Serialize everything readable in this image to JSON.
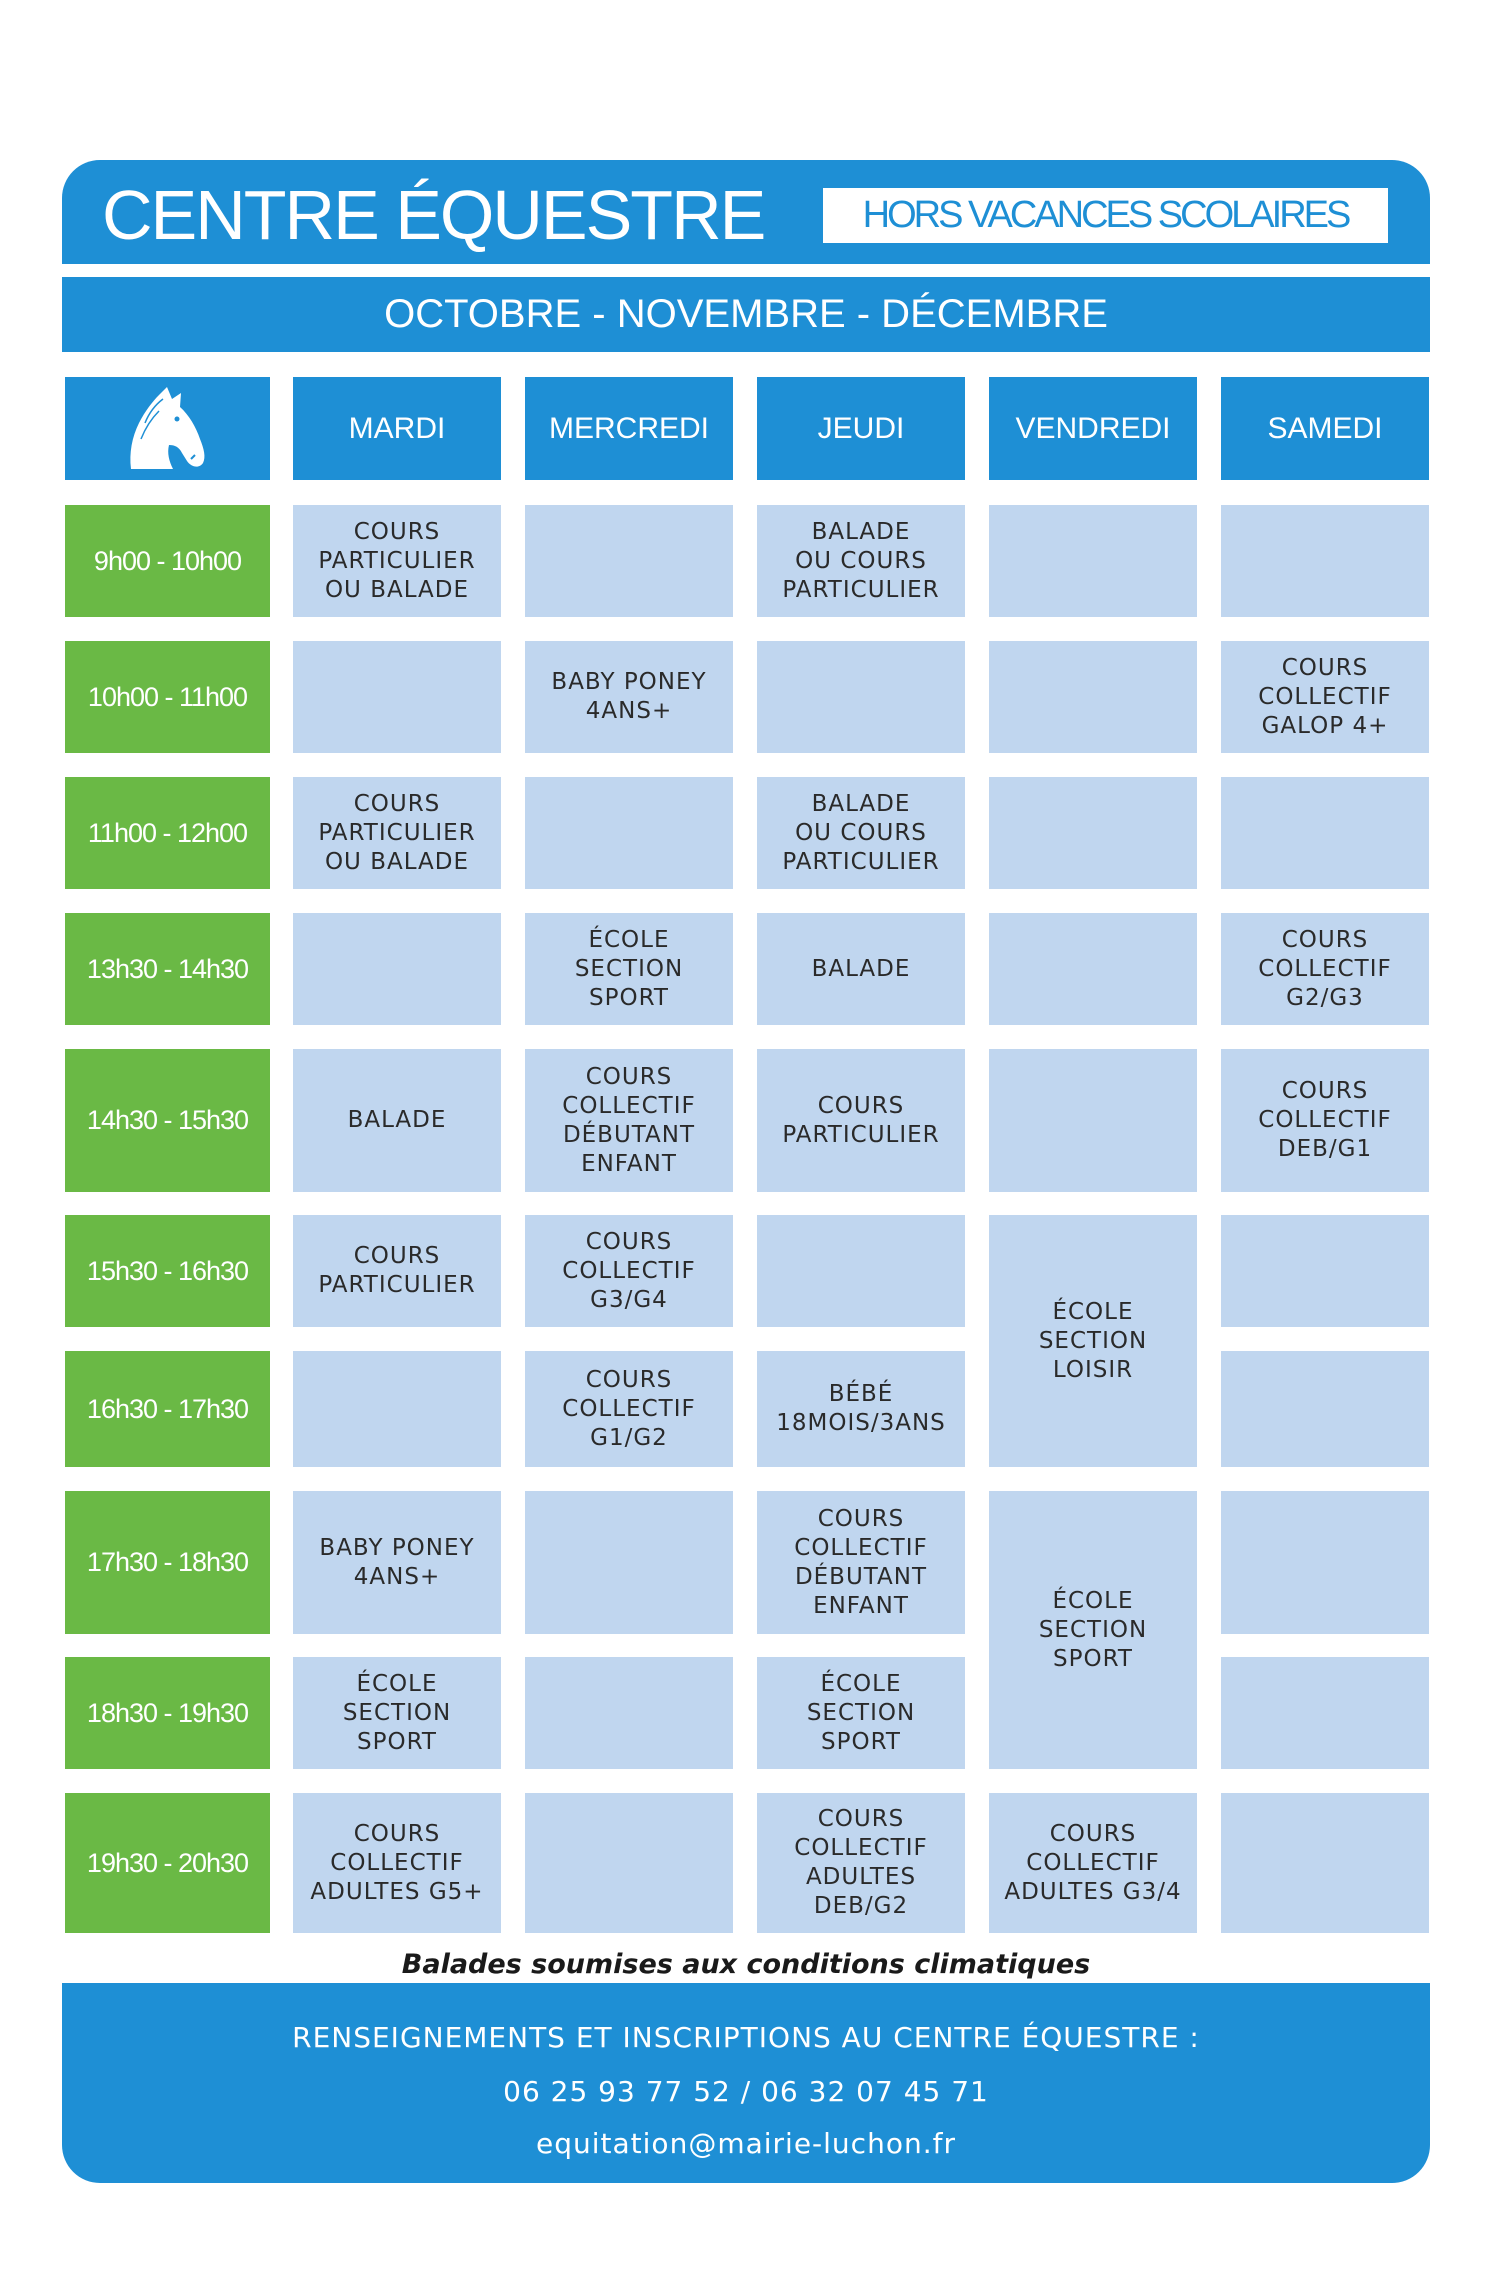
{
  "header": {
    "title": "CENTRE ÉQUESTRE",
    "badge": "HORS VACANCES SCOLAIRES",
    "months": "OCTOBRE - NOVEMBRE - DÉCEMBRE",
    "logo_icon": "horse-head-icon"
  },
  "days": [
    "MARDI",
    "MERCREDI",
    "JEUDI",
    "VENDREDI",
    "SAMEDI"
  ],
  "slots": [
    "9h00 - 10h00",
    "10h00 - 11h00",
    "11h00 - 12h00",
    "13h30 - 14h30",
    "14h30 - 15h30",
    "15h30 - 16h30",
    "16h30 - 17h30",
    "17h30 - 18h30",
    "18h30 - 19h30",
    "19h30 - 20h30"
  ],
  "schedule": {
    "mardi": [
      "COURS\nPARTICULIER\nOU BALADE",
      "",
      "COURS\nPARTICULIER\nOU BALADE",
      "",
      "BALADE",
      "COURS\nPARTICULIER",
      "",
      "BABY PONEY\n4ANS+",
      "ÉCOLE\nSECTION\nSPORT",
      "COURS\nCOLLECTIF\nADULTES G5+"
    ],
    "mercredi": [
      "",
      "BABY PONEY\n4ANS+",
      "",
      "ÉCOLE\nSECTION\nSPORT",
      "COURS\nCOLLECTIF\nDÉBUTANT\nENFANT",
      "COURS\nCOLLECTIF\nG3/G4",
      "COURS\nCOLLECTIF\nG1/G2",
      "",
      "",
      ""
    ],
    "jeudi": [
      "BALADE\nOU COURS\nPARTICULIER",
      "",
      "BALADE\nOU COURS\nPARTICULIER",
      "BALADE",
      "COURS\nPARTICULIER",
      "",
      "BÉBÉ\n18MOIS/3ANS",
      "COURS\nCOLLECTIF\nDÉBUTANT\nENFANT",
      "ÉCOLE\nSECTION\nSPORT",
      "COURS\nCOLLECTIF\nADULTES\nDEB/G2"
    ],
    "vendredi": [
      "",
      "",
      "",
      "",
      "",
      "ÉCOLE\nSECTION\nLOISIR",
      "ÉCOLE\nSECTION\nSPORT",
      "COURS\nCOLLECTIF\nADULTES G3/4"
    ],
    "samedi": [
      "",
      "COURS\nCOLLECTIF\nGALOP 4+",
      "",
      "COURS\nCOLLECTIF\nG2/G3",
      "COURS\nCOLLECTIF\nDEB/G1",
      "",
      "",
      "",
      "",
      ""
    ]
  },
  "note": "Balades soumises aux conditions climatiques",
  "footer": {
    "line1": "RENSEIGNEMENTS ET INSCRIPTIONS AU CENTRE ÉQUESTRE :",
    "phones": "06 25 93 77 52 / 06 32 07 45 71",
    "email": "equitation@mairie-luchon.fr"
  }
}
